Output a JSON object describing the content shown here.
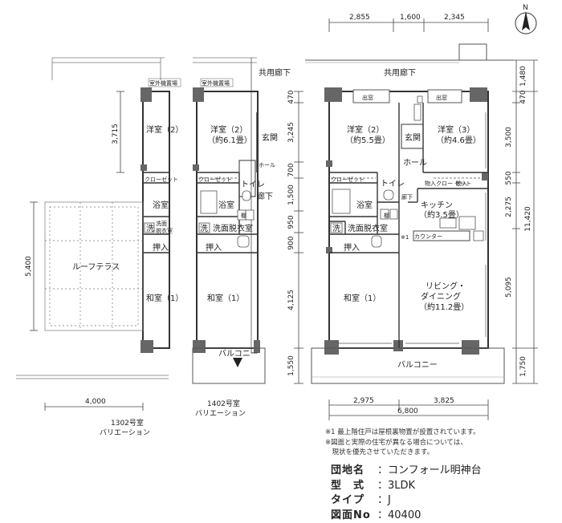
{
  "compass": {
    "label": "N"
  },
  "dims_top": [
    "2,855",
    "1,600",
    "2,345"
  ],
  "dims_right": [
    "1,480",
    "470",
    "3,500",
    "550",
    "2,275",
    "11,420",
    "5,095",
    "1,750"
  ],
  "dims_left_main": [
    "470",
    "3,245",
    "700",
    "1,500",
    "950",
    "900",
    "4,125",
    "1,550"
  ],
  "dims_bottom_main": [
    "2,975",
    "3,825",
    "6,800"
  ],
  "dims_v1302": {
    "upper": "3,715",
    "terrace": "5,400",
    "width": "4,000"
  },
  "corridor": "共用廊下",
  "rooms_main": {
    "youshitsu2": "洋室（2）",
    "youshitsu2_size": "（約5.5畳）",
    "youshitsu3": "洋室（3）",
    "youshitsu3_size": "（約4.6畳）",
    "genkan": "玄関",
    "hall": "ホール",
    "toilet": "トイレ",
    "closet": "クローゼット",
    "storage": "物入",
    "closet2": "クロー\nゼット",
    "kitchen": "キッチン",
    "kitchen_size": "（約3.5畳）",
    "yokushitsu": "浴室",
    "senmen": "洗面脱衣室",
    "sen": "洗",
    "oshiire": "押入",
    "washitsu1": "和室（1）",
    "living": "リビング・",
    "living2": "ダイニング",
    "living_size": "（約11.2畳）",
    "balcony": "バルコニー",
    "counter": "カウンター",
    "demado": "出窓",
    "rouka": "廊下",
    "tana": "棚",
    "mark1": "※1"
  },
  "rooms_1402": {
    "youshitsu2": "洋室（2）",
    "youshitsu2_size": "（約6.1畳）",
    "genkan": "玄関",
    "hall": "ホール",
    "toilet": "トイレ",
    "rouka": "廊下",
    "closet": "クローゼット",
    "yokushitsu": "浴室",
    "senmen": "洗面脱衣室",
    "sen": "洗",
    "oshiire": "押入",
    "washitsu1": "和室（1）",
    "balcony": "バルコニー",
    "tana": "棚",
    "outdoor_unit": "室外機置場",
    "caption1": "1402号室",
    "caption2": "バリエーション",
    "corridor": "共用廊下"
  },
  "rooms_1302": {
    "youshitsu2": "洋室（2）",
    "closet": "クローゼット",
    "yokushitsu": "浴室",
    "senmen1": "洗面",
    "senmen2": "脱衣室",
    "sen": "洗",
    "oshiire": "押入",
    "washitsu1": "和室（1）",
    "roof_terrace": "ルーフテラス",
    "outdoor_unit": "室外機置場",
    "caption1": "1302号室",
    "caption2": "バリエーション"
  },
  "notes": [
    "※1 最上階住戸は屋根裏物置が設置されています。",
    "※図面と実際の住宅が異なる場合については、",
    "　現状を優先させていただきます。"
  ],
  "info": [
    {
      "key": "団地名",
      "sep": "：",
      "value": "コンフォール明神台"
    },
    {
      "key": "型　式",
      "sep": "：",
      "value": "3LDK"
    },
    {
      "key": "タイプ",
      "sep": "：",
      "value": "J"
    },
    {
      "key": "図面No",
      "sep": "：",
      "value": "40400"
    }
  ]
}
